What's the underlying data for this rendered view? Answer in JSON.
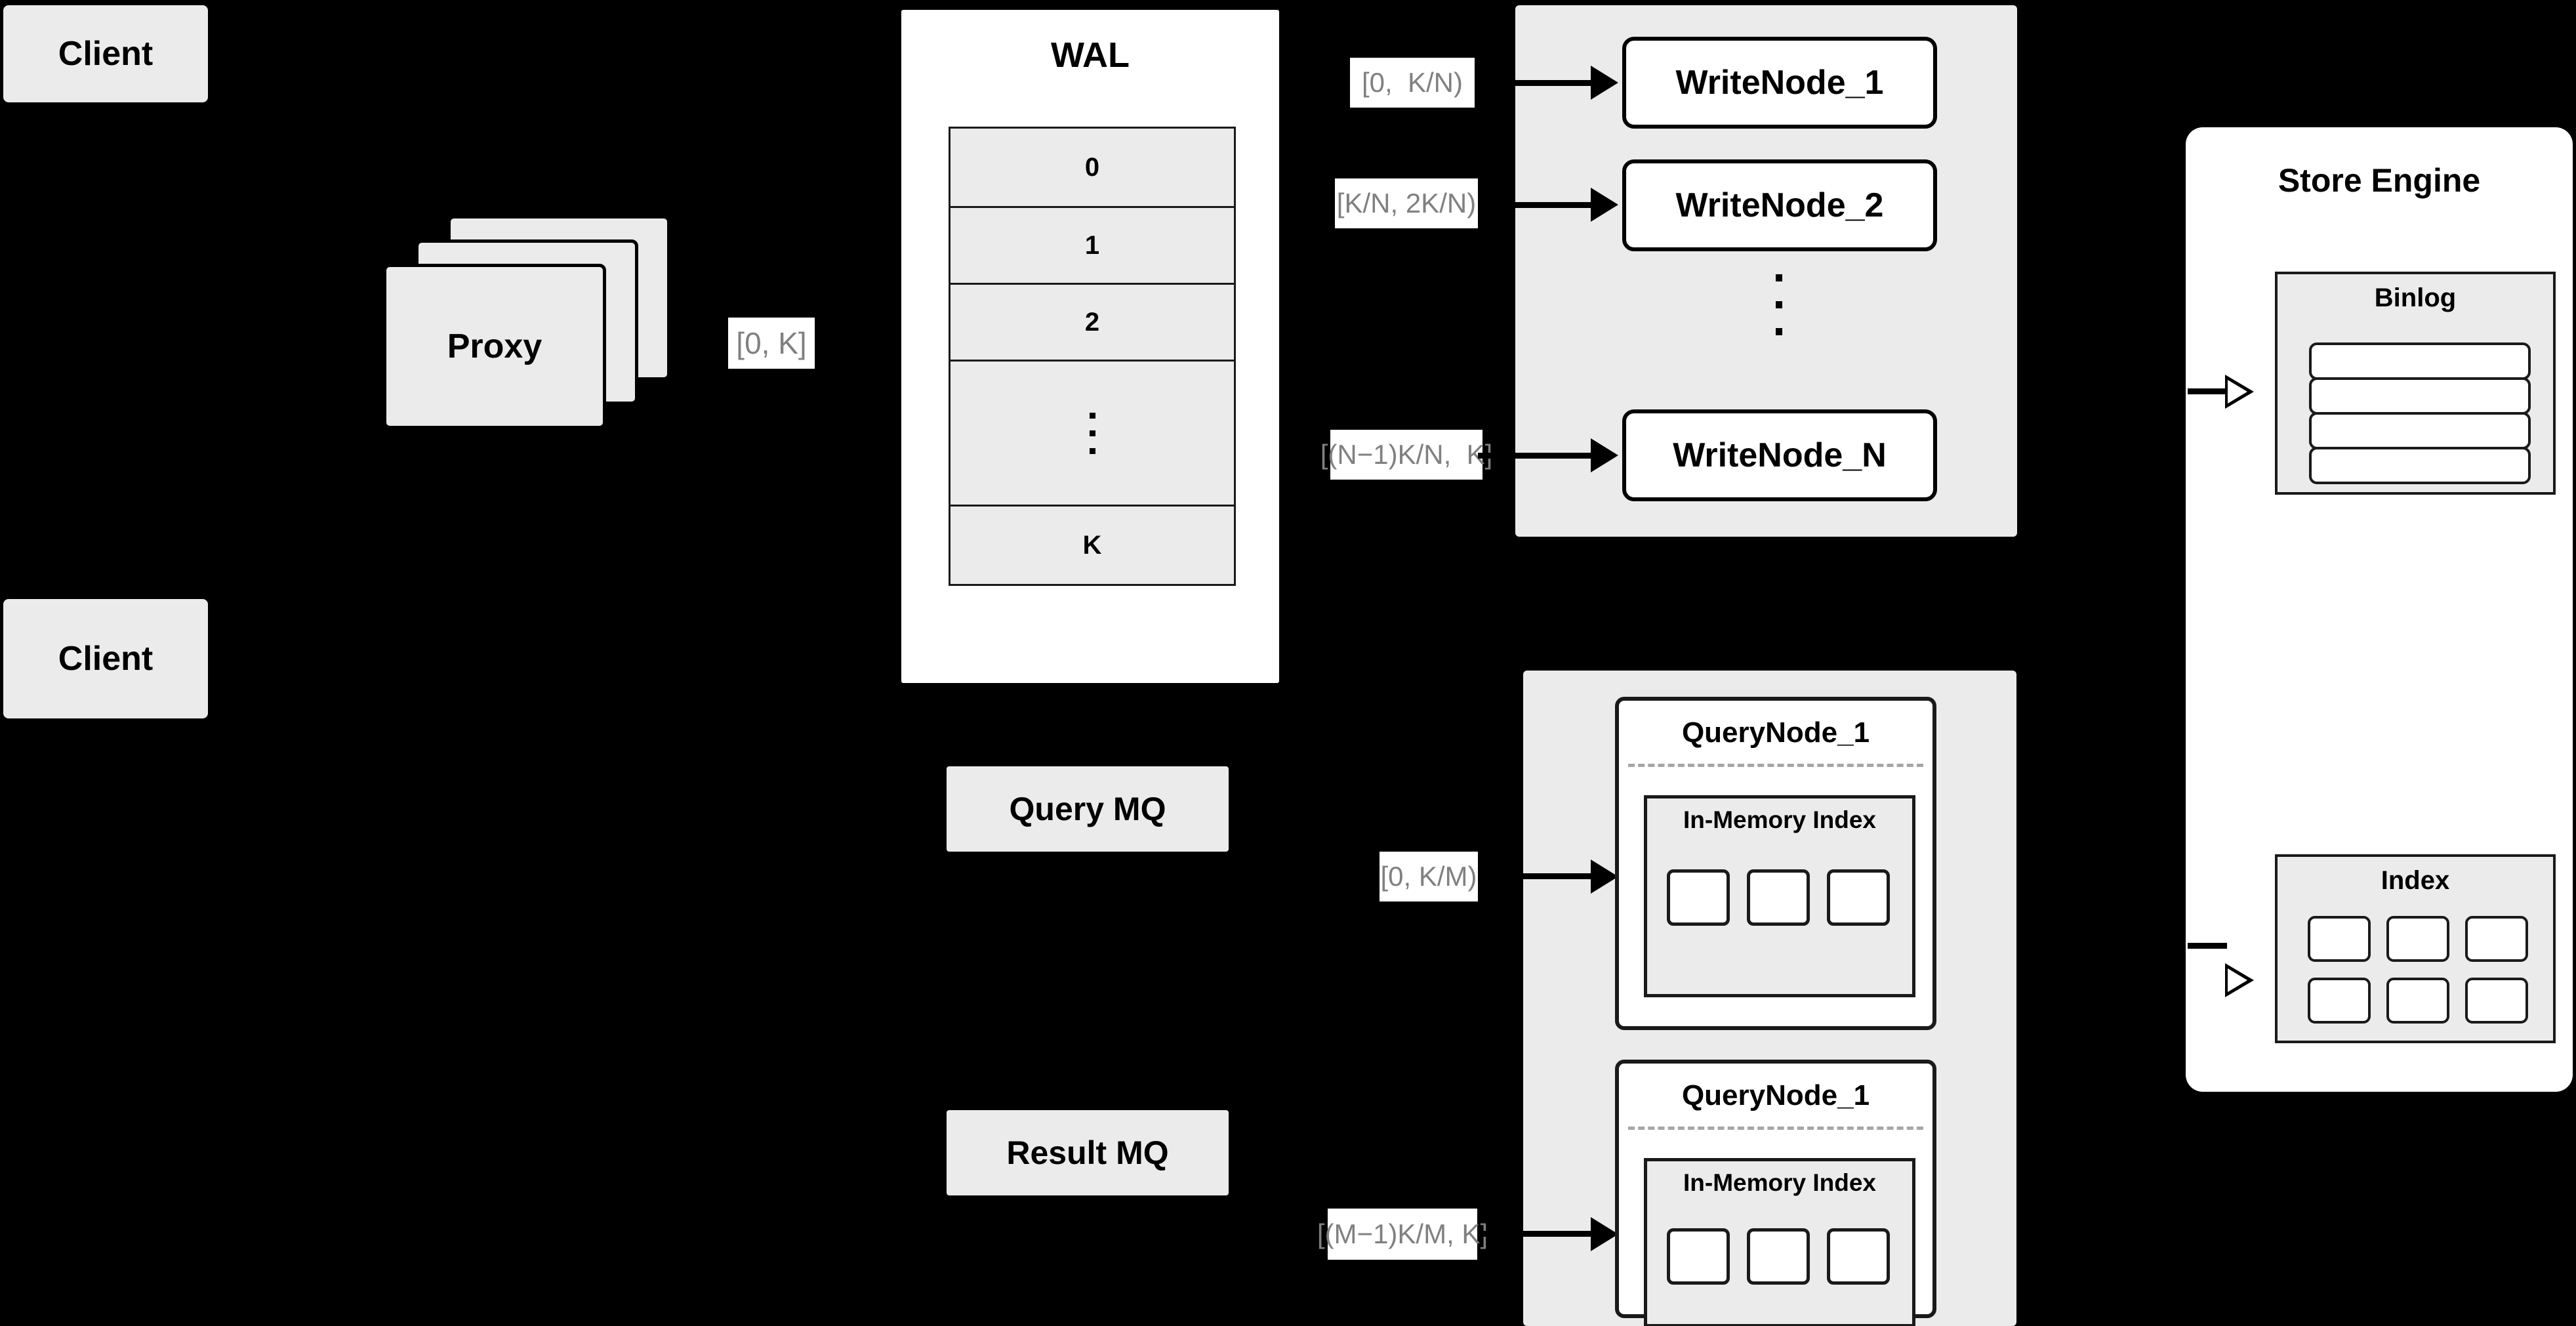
{
  "diagram": {
    "background_color": "#000000",
    "clients": [
      {
        "label": "Client"
      },
      {
        "label": "Client"
      }
    ],
    "proxy": {
      "label": "Proxy",
      "stack_count": 3
    },
    "wal": {
      "title": "WAL",
      "rows": [
        "0",
        "1",
        "2",
        "⋮",
        "K"
      ]
    },
    "labels": {
      "proxy_to_wal": "[0, K]",
      "writenode_1": "[0,  K/N)",
      "writenode_2": "[K/N, 2K/N)",
      "writenode_n": "[(N−1)K/N,  K]",
      "querynode_first": "[0, K/M)",
      "querynode_last": "[(M−1)K/M, K]"
    },
    "write_cluster": {
      "nodes": [
        {
          "label": "WriteNode_1"
        },
        {
          "label": "WriteNode_2"
        },
        {
          "label": "WriteNode_N"
        }
      ],
      "ellipsis": "⋮"
    },
    "query_cluster": {
      "nodes": [
        {
          "title": "QueryNode_1",
          "panel_title": "In-Memory Index",
          "cells": 3
        },
        {
          "title": "QueryNode_1",
          "panel_title": "In-Memory Index",
          "cells": 3
        }
      ],
      "ellipsis": "⋮"
    },
    "message_queues": [
      {
        "label": "Query MQ"
      },
      {
        "label": "Result MQ"
      }
    ],
    "store_engine": {
      "title": "Store Engine",
      "binlog": {
        "title": "Binlog",
        "rows": 4
      },
      "index": {
        "title": "Index",
        "rows": 2,
        "cols": 3
      }
    },
    "colors": {
      "background": "#000000",
      "panel_gray": "#ebebeb",
      "card_white": "#ffffff",
      "stroke": "#000000",
      "label_text": "#808080",
      "divider_dashed": "#a6a6a6"
    }
  }
}
